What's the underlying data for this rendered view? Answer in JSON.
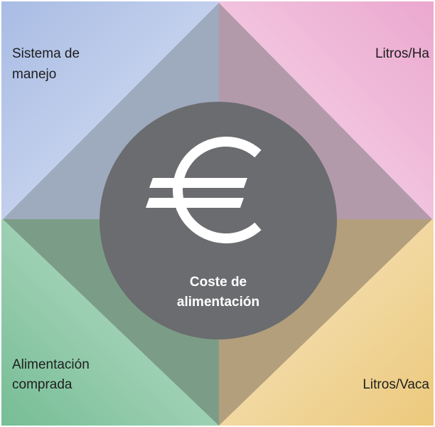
{
  "diagram": {
    "center": {
      "symbol": "€",
      "icon": "euro-icon",
      "label_line1": "Coste de",
      "label_line2": "alimentación"
    },
    "quadrants": {
      "top_left": {
        "line1": "Sistema de",
        "line2": "manejo",
        "color": "#c3d0ea"
      },
      "top_right": {
        "line1": "Litros/Ha",
        "color": "#efbcd9"
      },
      "bottom_left": {
        "line1": "Alimentación",
        "line2": "comprada",
        "color": "#99ccae"
      },
      "bottom_right": {
        "line1": "Litros/Vaca",
        "color": "#f1d8a0"
      }
    },
    "colors": {
      "center_circle": "#6b6c6f",
      "diamond_top_left": "#9eaabe",
      "diamond_top_right": "#b39aab",
      "diamond_bottom_left": "#7b9d88",
      "diamond_bottom_right": "#b39f7c",
      "background": "#ffffff"
    }
  }
}
